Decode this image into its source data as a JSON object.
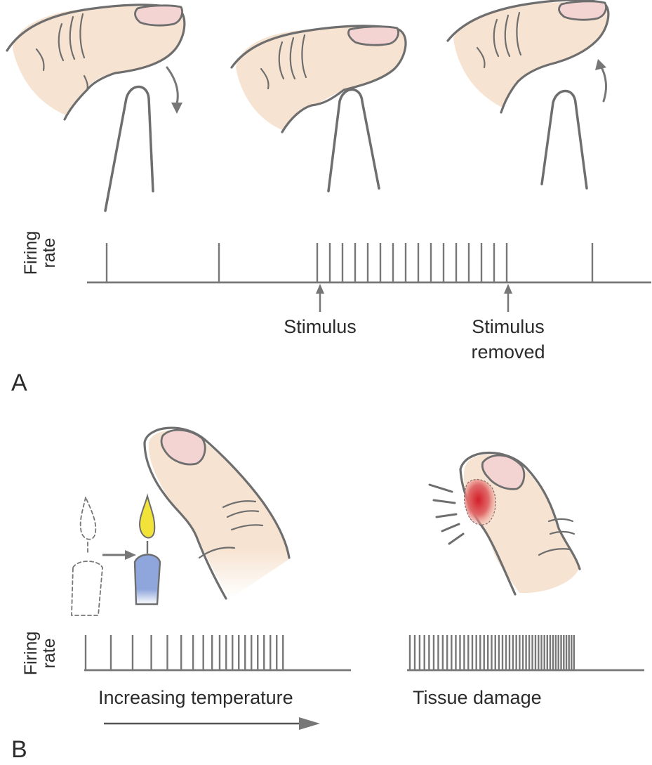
{
  "panel_a": {
    "letter": "A",
    "axis_label_line1": "Firing",
    "axis_label_line2": "rate",
    "stimulus_label": "Stimulus",
    "removed_label_line1": "Stimulus",
    "removed_label_line2": "removed"
  },
  "panel_b": {
    "letter": "B",
    "axis_label_line1": "Firing",
    "axis_label_line2": "rate",
    "temperature_caption": "Increasing temperature",
    "damage_caption": "Tissue damage"
  },
  "colors": {
    "skin": "#f7e3d1",
    "nail": "#f4d3d3",
    "outline": "#6e6e6e",
    "trace": "#777777",
    "flame": "#f2e33a",
    "candle": "#8ea6dc",
    "injury": "#d83a3a"
  },
  "icons": {
    "finger": "finger-icon",
    "probe": "probe-icon",
    "candle": "candle-icon",
    "injury": "injury-icon"
  }
}
